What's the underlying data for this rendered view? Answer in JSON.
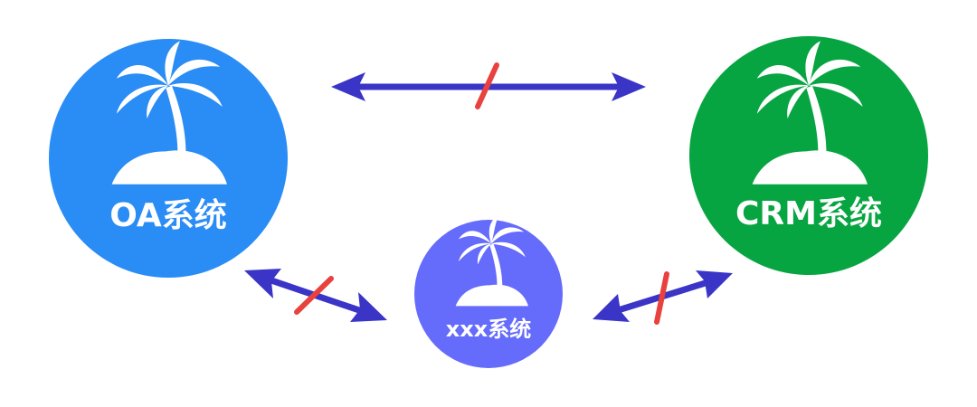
{
  "diagram": {
    "colors": {
      "oa": "#2a8cf5",
      "crm": "#07a541",
      "xxx": "#656bfb",
      "arrow": "#3a35c7",
      "block": "#e8413e",
      "icon": "#ffffff"
    },
    "nodes": [
      {
        "id": "oa",
        "label": "OA系统",
        "icon": "palm-island-icon"
      },
      {
        "id": "crm",
        "label": "CRM系统",
        "icon": "palm-island-icon"
      },
      {
        "id": "xxx",
        "label": "xxx系统",
        "icon": "palm-island-icon"
      }
    ],
    "connections": [
      {
        "from": "oa",
        "to": "crm",
        "type": "bidirectional",
        "blocked": true
      },
      {
        "from": "oa",
        "to": "xxx",
        "type": "bidirectional",
        "blocked": true
      },
      {
        "from": "xxx",
        "to": "crm",
        "type": "bidirectional",
        "blocked": true
      }
    ]
  }
}
